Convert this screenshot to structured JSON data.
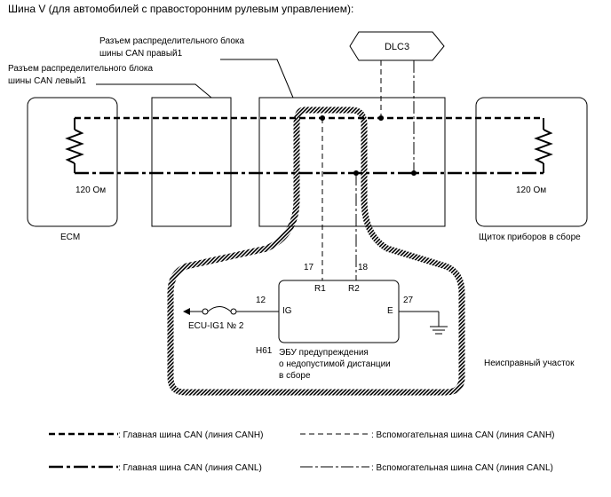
{
  "title": "Шина V (для автомобилей с правосторонним рулевым управлением):",
  "labels": {
    "junction_right_line1": "Разъем распределительного блока",
    "junction_right_line2": "шины CAN правый1",
    "junction_left_line1": "Разъем распределительного блока",
    "junction_left_line2": "шины CAN левый1",
    "dlc3": "DLC3",
    "ecm_resistor": "120 Ом",
    "ecm": "ECM",
    "meter_resistor": "120 Ом",
    "meter": "Щиток приборов в сборе",
    "pin17": "17",
    "pin18": "18",
    "r1": "R1",
    "r2": "R2",
    "pin12": "12",
    "ig": "IG",
    "pin27": "27",
    "e": "E",
    "ecu_ig": "ECU-IG1 № 2",
    "h61": "H61",
    "ecu_line1": "ЭБУ предупреждения",
    "ecu_line2": "о недопустимой дистанции",
    "ecu_line3": "в сборе",
    "faulty": "Неисправный участок"
  },
  "legend": [
    {
      "style": "main-canh",
      "label": ": Главная шина CAN (линия CANH)"
    },
    {
      "style": "sub-canh",
      "label": ": Вспомогательная шина CAN (линия CANH)"
    },
    {
      "style": "main-canl",
      "label": ": Главная шина CAN (линия CANL)"
    },
    {
      "style": "sub-canl",
      "label": ": Вспомогательная шина CAN (линия CANL)"
    }
  ]
}
